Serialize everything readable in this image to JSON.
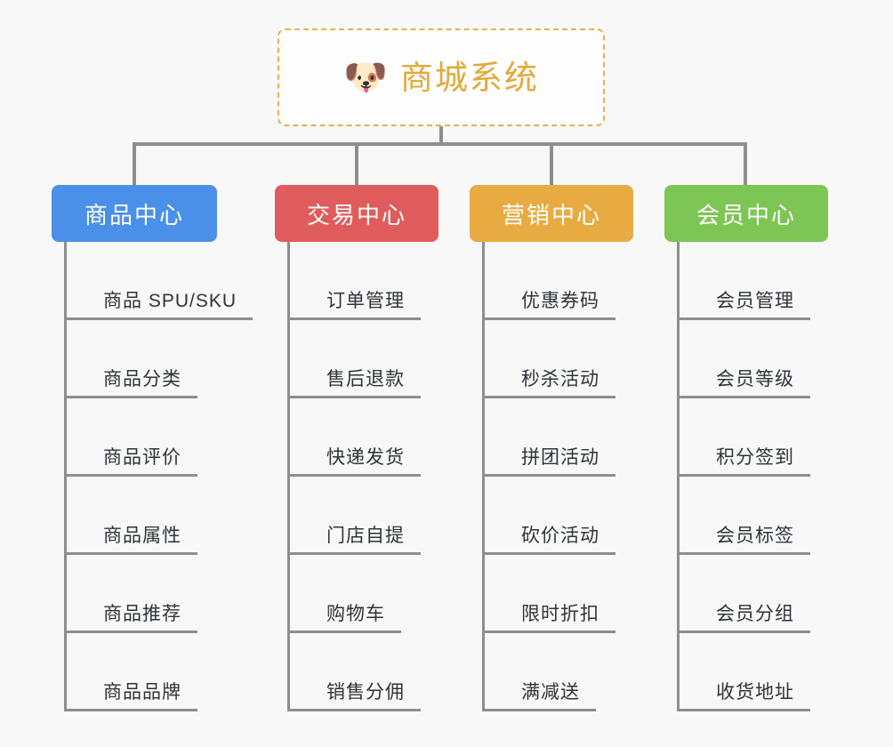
{
  "root": {
    "icon": "dog-face-emoji",
    "icon_glyph": "🐶",
    "title": "商城系统",
    "title_color": "#e3a93a",
    "border_color": "#e9ae4e"
  },
  "connector_color": "#8e8e8e",
  "background_color": "#f8f8f8",
  "branches": [
    {
      "name": "product-center",
      "label": "商品中心",
      "color": "#4a90e8",
      "items": [
        "商品 SPU/SKU",
        "商品分类",
        "商品评价",
        "商品属性",
        "商品推荐",
        "商品品牌"
      ]
    },
    {
      "name": "trade-center",
      "label": "交易中心",
      "color": "#e05c5c",
      "items": [
        "订单管理",
        "售后退款",
        "快递发货",
        "门店自提",
        "购物车",
        "销售分佣"
      ]
    },
    {
      "name": "marketing-center",
      "label": "营销中心",
      "color": "#e8ab42",
      "items": [
        "优惠券码",
        "秒杀活动",
        "拼团活动",
        "砍价活动",
        "限时折扣",
        "满减送"
      ]
    },
    {
      "name": "member-center",
      "label": "会员中心",
      "color": "#7dc554",
      "items": [
        "会员管理",
        "会员等级",
        "积分签到",
        "会员标签",
        "会员分组",
        "收货地址"
      ]
    }
  ]
}
